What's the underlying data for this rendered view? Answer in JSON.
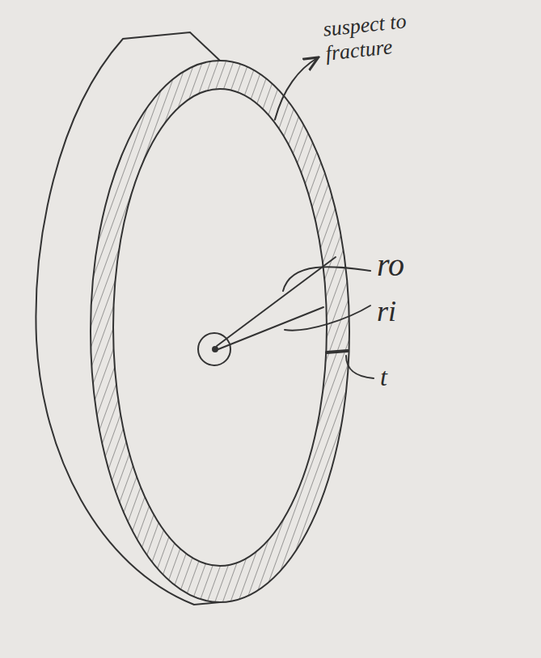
{
  "diagram": {
    "labels": [
      "suspect to fracture",
      "ro",
      "ri",
      "t"
    ]
  }
}
